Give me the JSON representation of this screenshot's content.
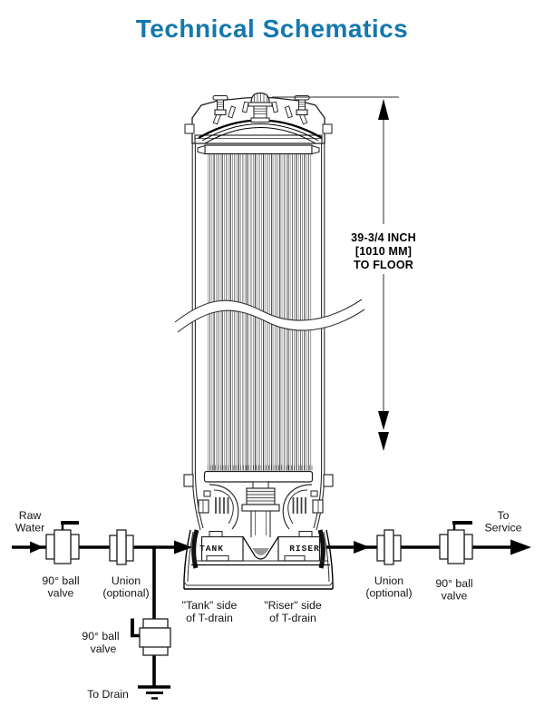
{
  "title": "Technical Schematics",
  "colors": {
    "title_blue": "#1478ad",
    "ink": "#000000",
    "drawing_gray": "#4d4d4d"
  },
  "diagram": {
    "dimension": {
      "line1": "39-3/4 INCH",
      "line2": "[1010 MM]",
      "line3": "TO FLOOR"
    },
    "tank": {
      "tank_port": "TANK",
      "riser_port": "RISER"
    },
    "labels": {
      "raw_water": {
        "line1": "Raw",
        "line2": "Water"
      },
      "ball_valve_left": {
        "line1": "90° ball",
        "line2": "valve"
      },
      "union_left": {
        "line1": "Union",
        "line2": "(optional)"
      },
      "tank_side": {
        "line1": "\"Tank\" side",
        "line2": "of T-drain"
      },
      "riser_side": {
        "line1": "\"Riser\" side",
        "line2": "of T-drain"
      },
      "ball_valve_drain": {
        "line1": "90° ball",
        "line2": "valve"
      },
      "to_drain": "To Drain",
      "union_right": {
        "line1": "Union",
        "line2": "(optional)"
      },
      "ball_valve_right": {
        "line1": "90° ball",
        "line2": "valve"
      },
      "to_service": {
        "line1": "To",
        "line2": "Service"
      }
    }
  }
}
